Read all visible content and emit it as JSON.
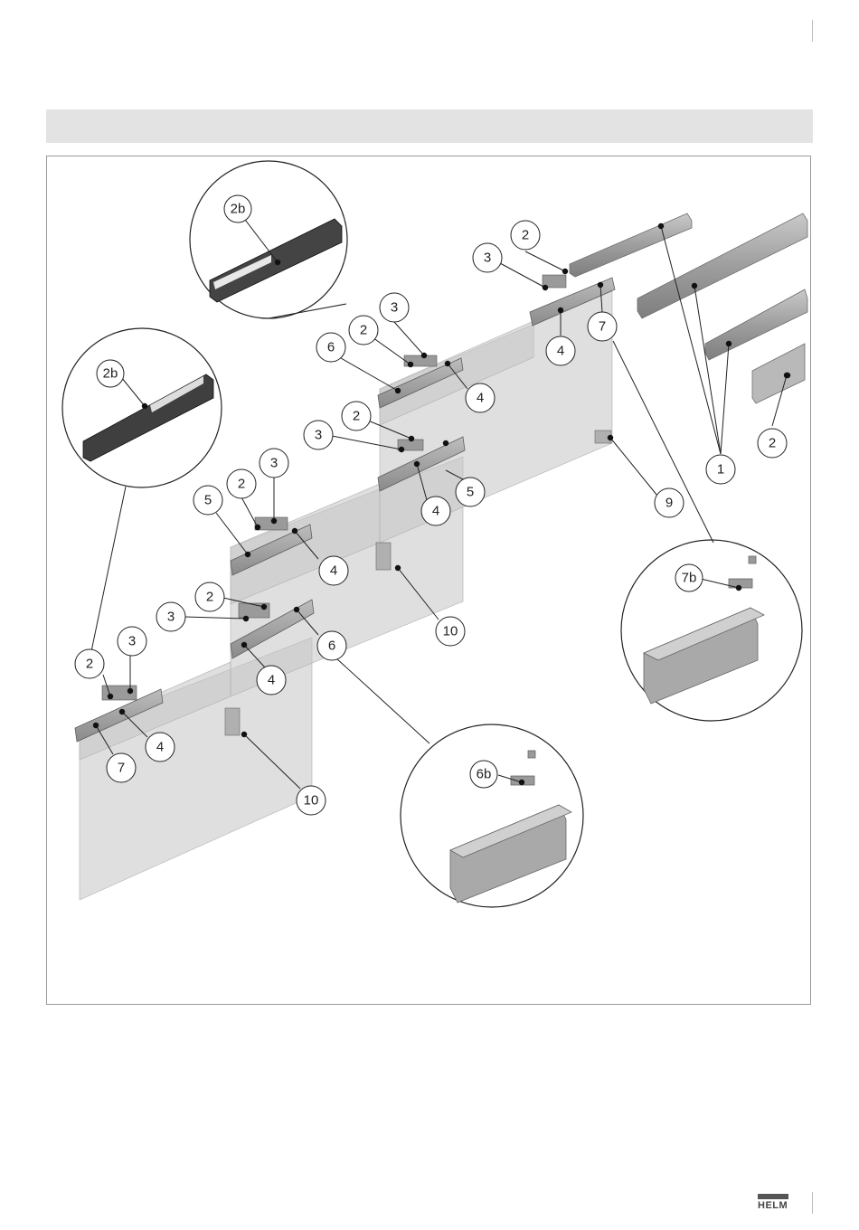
{
  "brand": {
    "logo_text": "HELM"
  },
  "callouts": [
    {
      "id": "c1",
      "label": "1"
    },
    {
      "id": "c2-top",
      "label": "2"
    },
    {
      "id": "c2-rail",
      "label": "2"
    },
    {
      "id": "c2-d1",
      "label": "2"
    },
    {
      "id": "c2-d2",
      "label": "2"
    },
    {
      "id": "c2-d3",
      "label": "2"
    },
    {
      "id": "c2-d4",
      "label": "2"
    },
    {
      "id": "c2-d5",
      "label": "2"
    },
    {
      "id": "c2b-a",
      "label": "2b"
    },
    {
      "id": "c2b-b",
      "label": "2b"
    },
    {
      "id": "c3-top",
      "label": "3"
    },
    {
      "id": "c3-d1",
      "label": "3"
    },
    {
      "id": "c3-d2",
      "label": "3"
    },
    {
      "id": "c3-d3",
      "label": "3"
    },
    {
      "id": "c3-d4",
      "label": "3"
    },
    {
      "id": "c3-d5",
      "label": "3"
    },
    {
      "id": "c4-top",
      "label": "4"
    },
    {
      "id": "c4-d1",
      "label": "4"
    },
    {
      "id": "c4-d2",
      "label": "4"
    },
    {
      "id": "c4-d3",
      "label": "4"
    },
    {
      "id": "c4-d4",
      "label": "4"
    },
    {
      "id": "c4-d5",
      "label": "4"
    },
    {
      "id": "c5-a",
      "label": "5"
    },
    {
      "id": "c5-b",
      "label": "5"
    },
    {
      "id": "c6-a",
      "label": "6"
    },
    {
      "id": "c6-b",
      "label": "6"
    },
    {
      "id": "c6b",
      "label": "6b"
    },
    {
      "id": "c7-a",
      "label": "7"
    },
    {
      "id": "c7-b",
      "label": "7"
    },
    {
      "id": "c7b",
      "label": "7b"
    },
    {
      "id": "c9",
      "label": "9"
    },
    {
      "id": "c10-a",
      "label": "10"
    },
    {
      "id": "c10-b",
      "label": "10"
    }
  ]
}
